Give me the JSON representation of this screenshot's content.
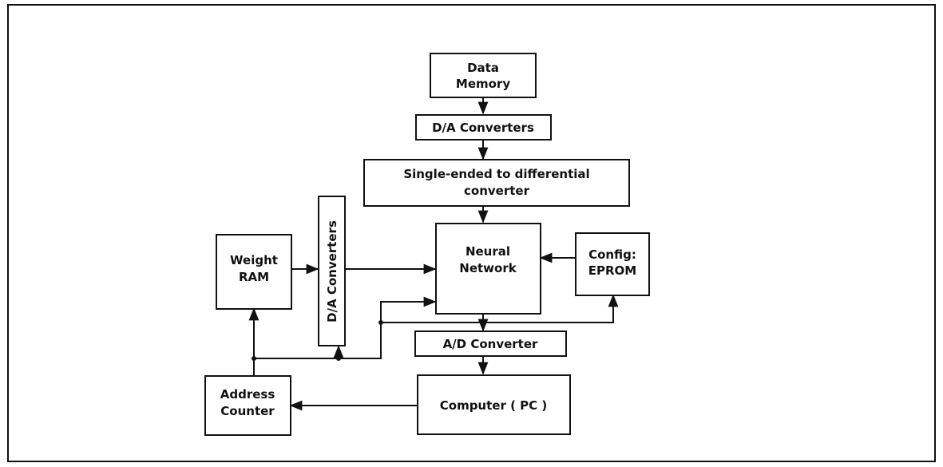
{
  "blocks": {
    "data_memory": [
      "Data",
      "Memory"
    ],
    "da_converters_top": [
      "D/A Converters"
    ],
    "single_to_diff": [
      "Single-ended to differential",
      "converter"
    ],
    "neural_network": [
      "Neural",
      "Network"
    ],
    "config_eprom": [
      "Config:",
      "EPROM"
    ],
    "weight_ram": [
      "Weight",
      "RAM"
    ],
    "da_converters_side": [
      "D/A Converters"
    ],
    "ad_converter": [
      "A/D Converter"
    ],
    "computer": [
      "Computer ( PC )"
    ],
    "address_counter": [
      "Address",
      "Counter"
    ]
  }
}
